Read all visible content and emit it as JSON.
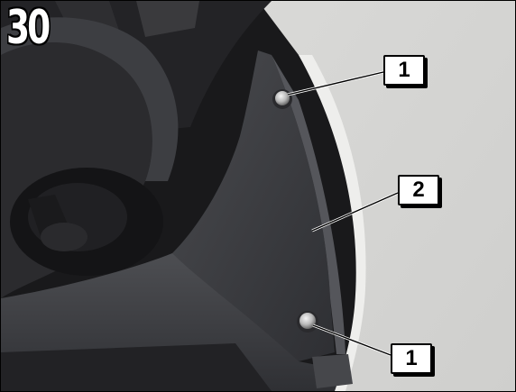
{
  "step_number": "30",
  "callouts": [
    {
      "label": "1"
    },
    {
      "label": "2"
    },
    {
      "label": "1"
    }
  ]
}
